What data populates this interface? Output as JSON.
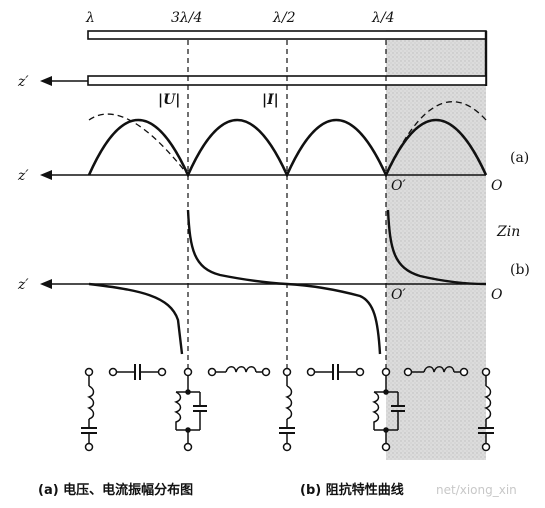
{
  "labels": {
    "lambda": "λ",
    "three_quarter": "3λ/4",
    "half": "λ/2",
    "quarter": "λ/4",
    "z_prime": "z′",
    "o": "O",
    "o_prime": "O′",
    "u_mag": "|U|",
    "i_mag": "|I|",
    "z_in": "Zin",
    "part_a": "(a)",
    "part_b": "(b)"
  },
  "captions": {
    "a": "(a) 电压、电流振幅分布图",
    "b": "(b) 阻抗特性曲线"
  },
  "watermark": "net/xiong_xin",
  "colors": {
    "ink": "#111111",
    "shade": "#d6d6d6"
  }
}
